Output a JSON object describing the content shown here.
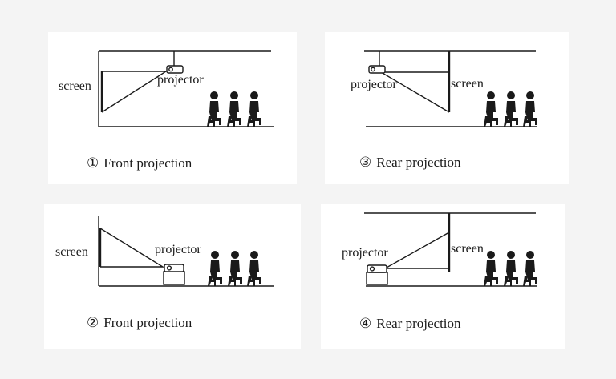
{
  "diagrams": [
    {
      "number": "①",
      "caption": "Front projection",
      "screen_label": "screen",
      "projector_label": "projector"
    },
    {
      "number": "③",
      "caption": "Rear projection",
      "screen_label": "screen",
      "projector_label": "projector"
    },
    {
      "number": "②",
      "caption": "Front projection",
      "screen_label": "screen",
      "projector_label": "projector"
    },
    {
      "number": "④",
      "caption": "Rear  projection",
      "screen_label": "screen",
      "projector_label": "projector"
    }
  ],
  "colors": {
    "ink": "#1a1a1a",
    "background": "#f4f4f4",
    "panel": "#ffffff"
  }
}
